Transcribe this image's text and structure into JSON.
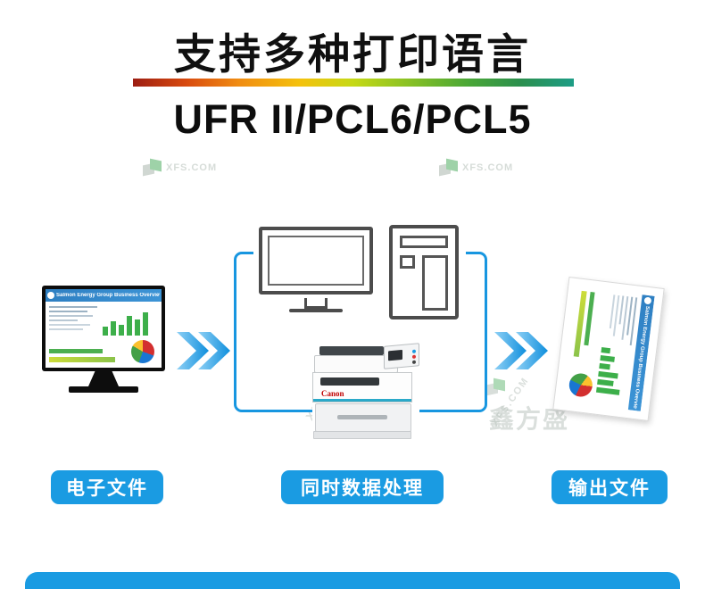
{
  "header": {
    "title": "支持多种打印语言",
    "subtitle": "UFR II/PCL6/PCL5"
  },
  "steps": {
    "input_label": "电子文件",
    "process_label": "同时数据处理",
    "output_label": "输出文件"
  },
  "document": {
    "title": "Salmon Energy Group Business Overview"
  },
  "printer": {
    "brand": "Canon"
  },
  "watermark": {
    "site": "XFS.COM",
    "brand": "鑫方盛"
  },
  "colors": {
    "accent_blue": "#1a9be2",
    "arrow_blue_light": "#8ed0f5",
    "arrow_blue_dark": "#0f8fdd"
  }
}
